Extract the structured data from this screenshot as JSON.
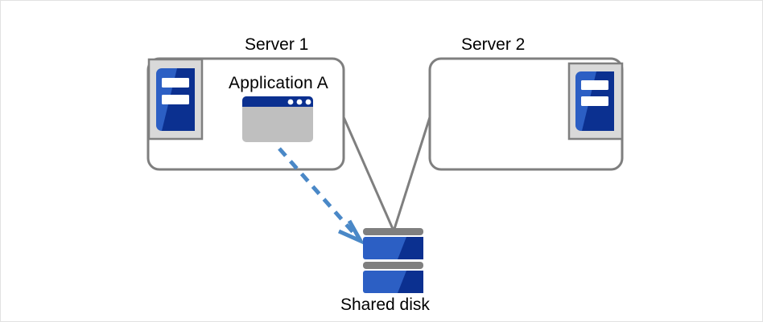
{
  "diagram": {
    "title_present": false,
    "nodes": {
      "server1": {
        "label": "Server 1",
        "icon_name": "server-icon",
        "contains_app": true
      },
      "server2": {
        "label": "Server 2",
        "icon_name": "server-icon",
        "contains_app": false
      },
      "application_a": {
        "label": "Application A",
        "icon_name": "application-window-icon"
      },
      "shared_disk": {
        "label": "Shared disk",
        "icon_name": "disk-stack-icon",
        "platter_count": 2
      }
    },
    "connectors": [
      {
        "name": "server1-to-disk",
        "style": "solid",
        "color": "#7f7f7f",
        "arrow": false
      },
      {
        "name": "server2-to-disk",
        "style": "solid",
        "color": "#7f7f7f",
        "arrow": false
      },
      {
        "name": "application-a-to-shared-disk",
        "style": "dashed",
        "color": "#4a88c7",
        "arrow": true
      }
    ],
    "colors": {
      "box_border": "#7f7f7f",
      "icon_frame": "#d9d9d9",
      "icon_blue": "#2c5fc4",
      "icon_blue_dark": "#0b3090",
      "window_titlebar": "#0b3090",
      "window_body": "#bfbfbf",
      "disk_bar": "#7f7f7f",
      "arrow_blue": "#4a88c7",
      "page_border": "#e2e2e2",
      "text": "#000000"
    }
  }
}
